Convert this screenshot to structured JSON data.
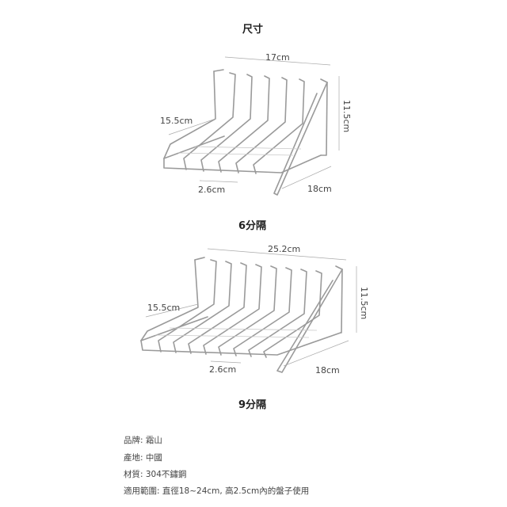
{
  "header": {
    "title": "尺寸"
  },
  "rack6": {
    "name": "6分隔",
    "width": "17cm",
    "back_height": "15.5cm",
    "height": "11.5cm",
    "gap": "2.6cm",
    "depth": "18cm"
  },
  "rack9": {
    "name": "9分隔",
    "width": "25.2cm",
    "back_height": "15.5cm",
    "height": "11.5cm",
    "gap": "2.6cm",
    "depth": "18cm"
  },
  "specs": [
    {
      "text": "品牌:  霜山"
    },
    {
      "text": "產地:  中國"
    },
    {
      "text": "材質:  304不鏽鋼"
    },
    {
      "text": "適用範圍:  直徑18~24cm, 高2.5cm內的盤子使用"
    }
  ],
  "colors": {
    "wire": "#9a9a9a",
    "text": "#333333"
  }
}
